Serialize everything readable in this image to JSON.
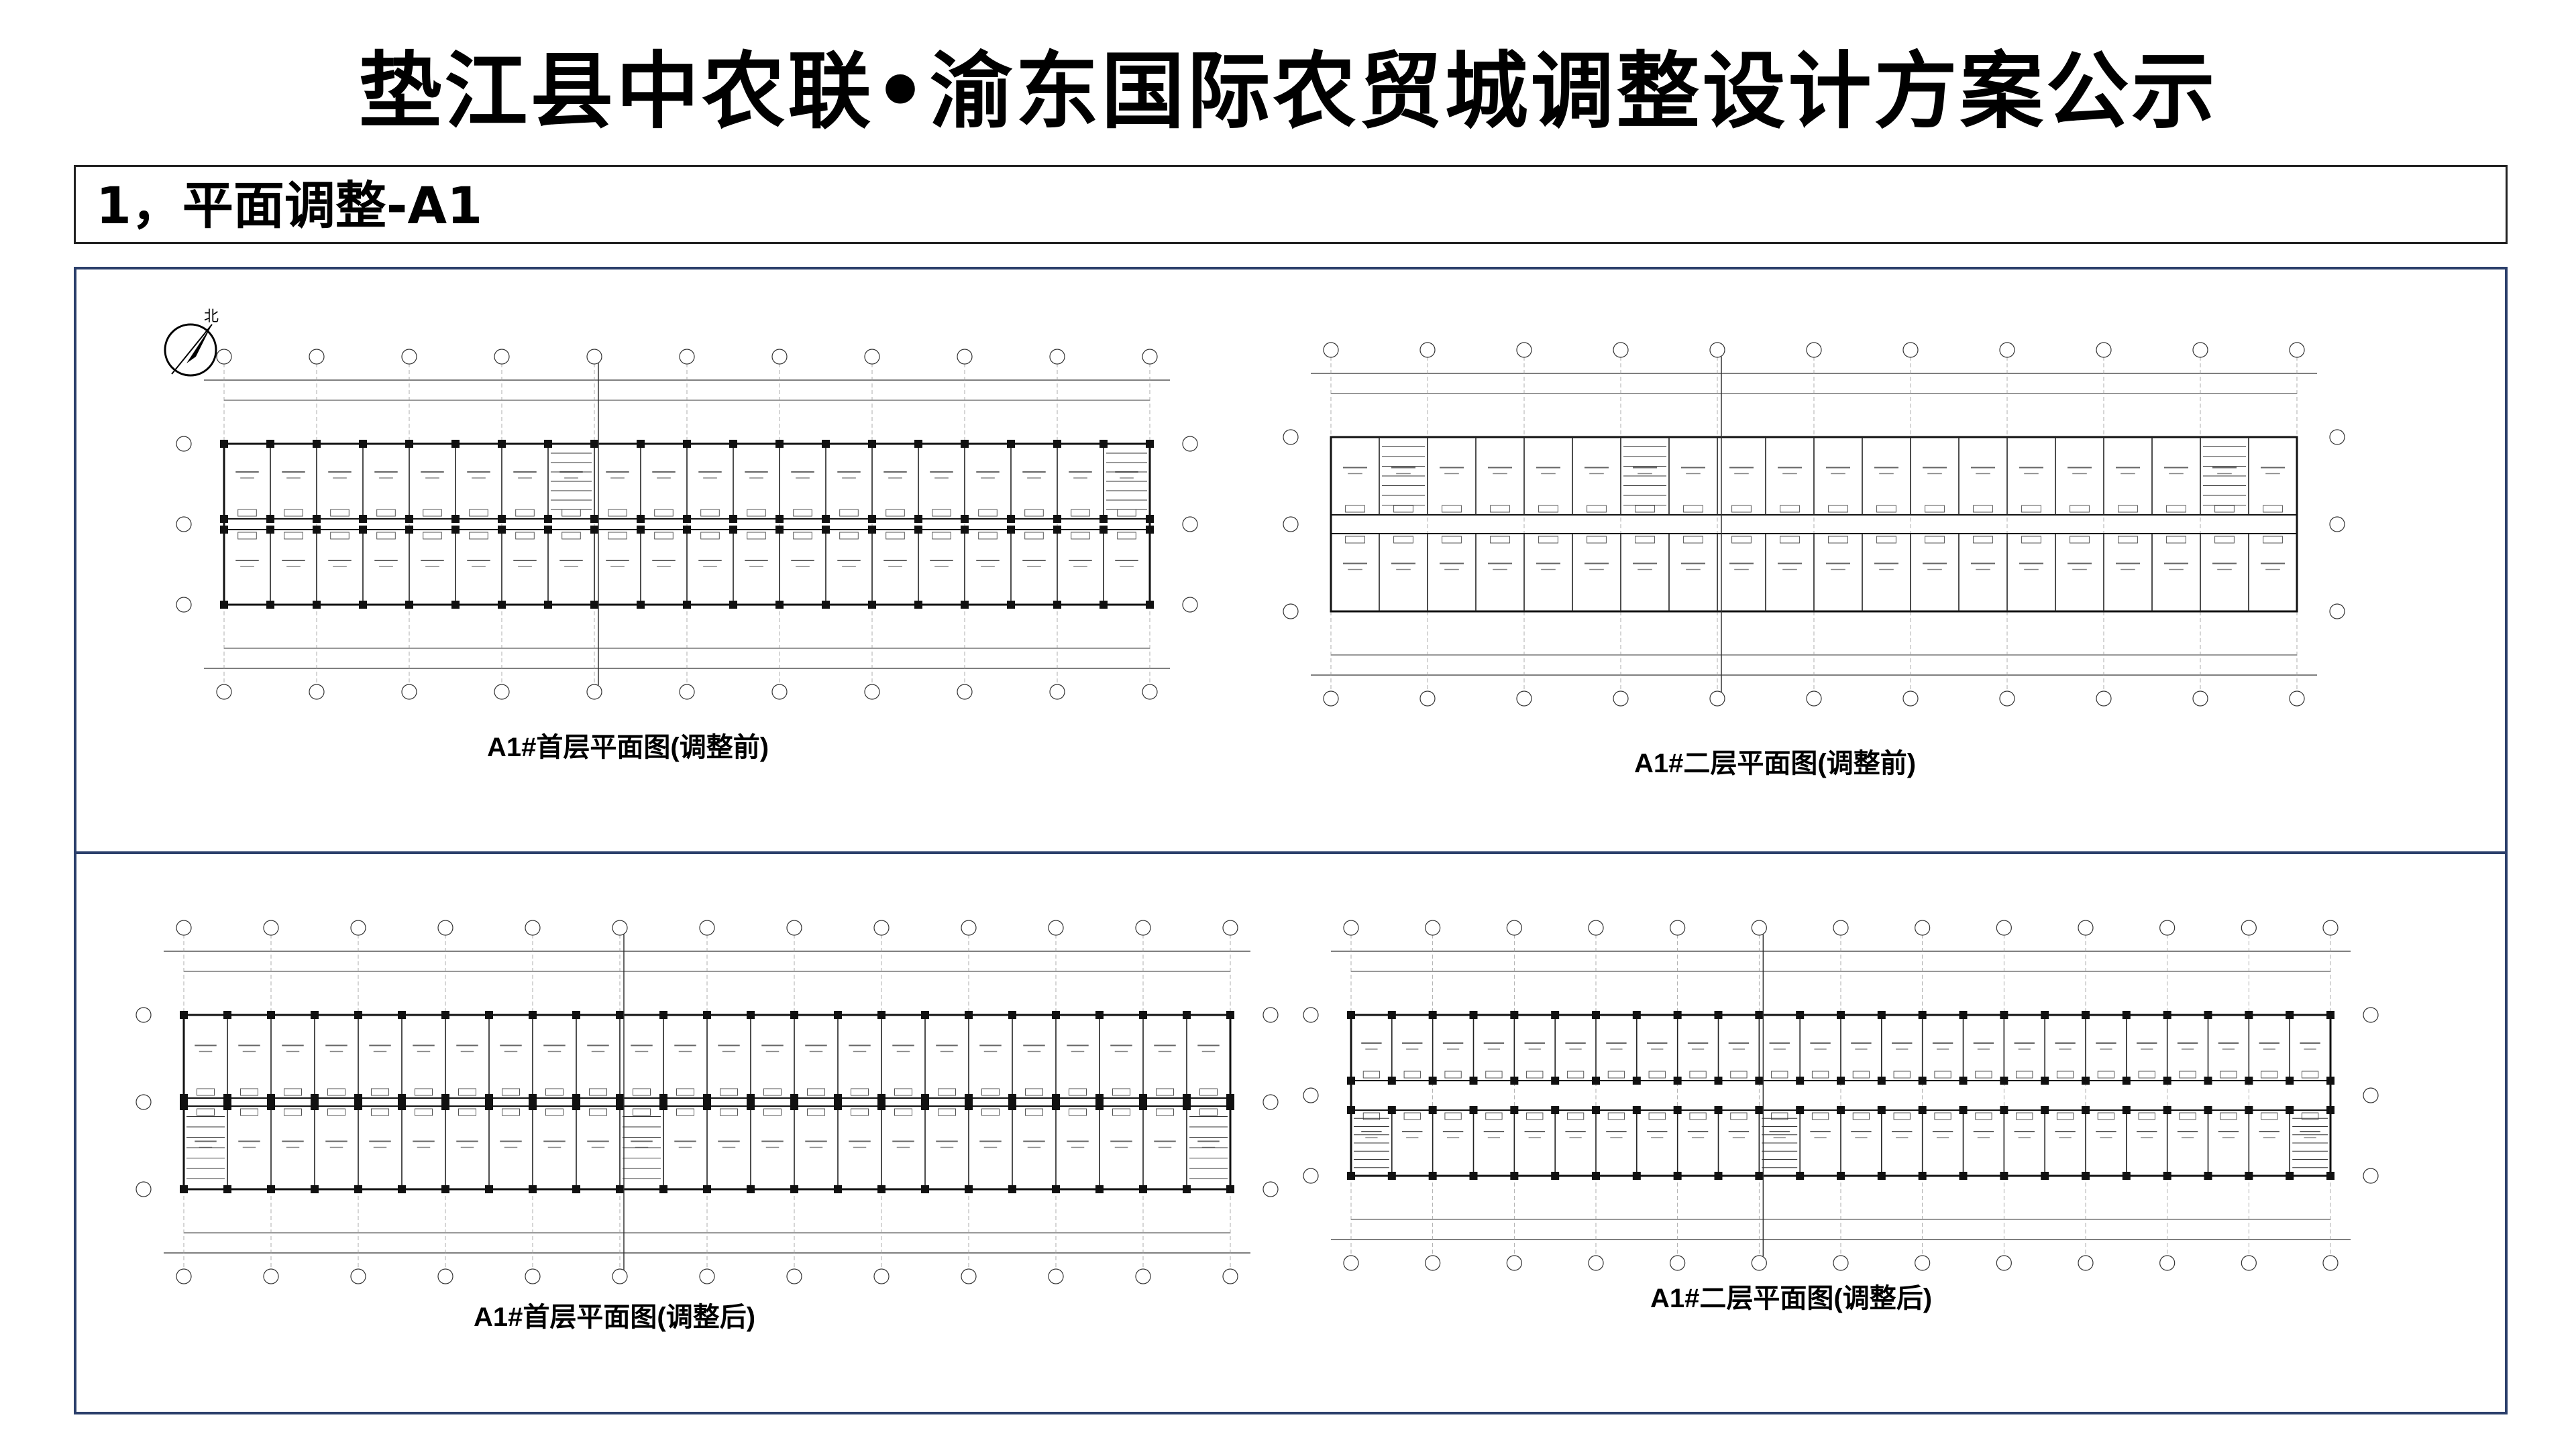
{
  "title": "垫江县中农联•渝东国际农贸城调整设计方案公示",
  "section": {
    "label": "1，平面调整-A1"
  },
  "north": {
    "label": "北"
  },
  "plans": [
    {
      "caption": "A1#首层平面图(调整前)",
      "bays": 20,
      "style": "before-ground"
    },
    {
      "caption": "A1#二层平面图(调整前)",
      "bays": 20,
      "style": "before-second"
    },
    {
      "caption": "A1#首层平面图(调整后)",
      "bays": 24,
      "style": "after-ground"
    },
    {
      "caption": "A1#二层平面图(调整后)",
      "bays": 24,
      "style": "after-second"
    }
  ],
  "colors": {
    "frame": "#2b3f6b",
    "line": "#333333"
  }
}
